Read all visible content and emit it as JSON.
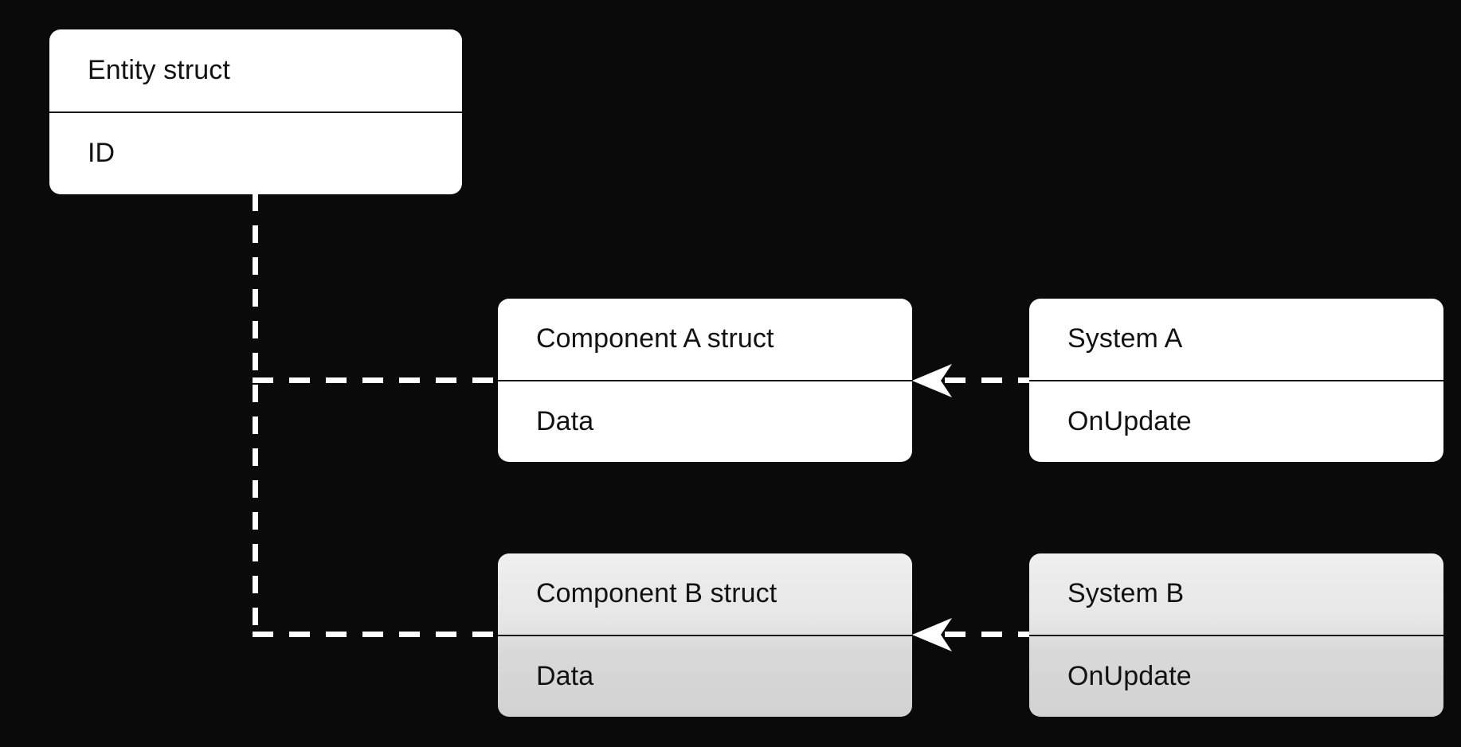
{
  "diagram": {
    "title": "ECS entity component system relationship diagram",
    "type": "class-relationship-diagram",
    "background_color": "#0a0a0a",
    "node_fill_active": "#ffffff",
    "node_fill_dim_top": "#efefef",
    "node_fill_dim_bottom": "#d2d2d2",
    "text_color": "#121212",
    "connector_color": "#ffffff"
  },
  "nodes": [
    {
      "id": "entity",
      "header": "Entity struct",
      "body": "ID",
      "state": "active"
    },
    {
      "id": "component-a",
      "header": "Component A struct",
      "body": "Data",
      "state": "active"
    },
    {
      "id": "system-a",
      "header": "System A",
      "body": "OnUpdate",
      "state": "active"
    },
    {
      "id": "component-b",
      "header": "Component B struct",
      "body": "Data",
      "state": "dim"
    },
    {
      "id": "system-b",
      "header": "System B",
      "body": "OnUpdate",
      "state": "dim"
    }
  ],
  "connectors": [
    {
      "id": "entity-to-component-a",
      "style": "dashed",
      "from": "entity",
      "to": "component-a",
      "arrow": false
    },
    {
      "id": "entity-to-component-b",
      "style": "dashed",
      "from": "entity",
      "to": "component-b",
      "arrow": false
    },
    {
      "id": "system-a-to-component-a",
      "style": "dashed",
      "from": "system-a",
      "to": "component-a",
      "arrow": true,
      "arrow_direction": "left"
    },
    {
      "id": "system-b-to-component-b",
      "style": "dashed",
      "from": "system-b",
      "to": "component-b",
      "arrow": true,
      "arrow_direction": "left"
    }
  ]
}
